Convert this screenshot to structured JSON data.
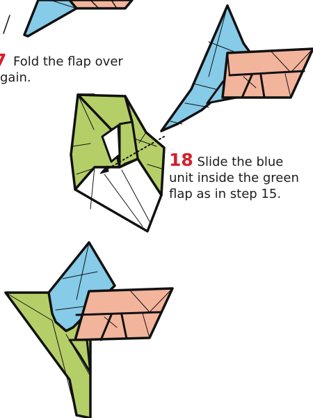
{
  "steps": [
    {
      "number": "7",
      "text": "Fold the flap over\ngain."
    },
    {
      "number": "18",
      "text": "Slide the blue\nunit inside the green\nflap as in step 15."
    }
  ],
  "colors": {
    "blue": "#86cbe8",
    "salmon": "#f3b49c",
    "green": "#b5cf68",
    "white": "#ffffff",
    "outline": "#111111",
    "step_number": "#d41f2b",
    "text": "#1c1c1c"
  }
}
